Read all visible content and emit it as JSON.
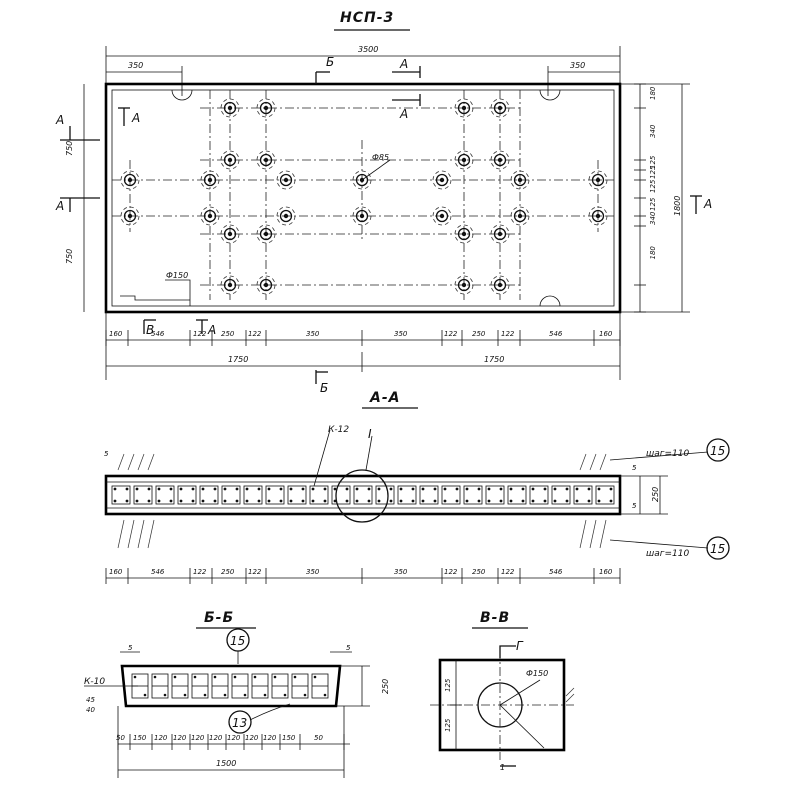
{
  "main_view": {
    "title": "НСП-3",
    "overall_length": "3500",
    "left_top_offset": "350",
    "right_top_offset": "350",
    "height_total": "1800",
    "left_upper_height": "750",
    "left_lower_height": "750",
    "right_dims": [
      "180",
      "340",
      "125",
      "125",
      "125",
      "125",
      "340",
      "180"
    ],
    "bottom_dims": [
      "160",
      "546",
      "122",
      "250",
      "122",
      "350",
      "350",
      "122",
      "250",
      "122",
      "546",
      "160"
    ],
    "half_dims": [
      "1750",
      "1750"
    ],
    "hole_dia_small": "Ф150",
    "hole_dia_socket": "Ф85",
    "section_labels": {
      "a": "А",
      "b": "Б",
      "v": "В"
    }
  },
  "section_aa": {
    "title": "А-А",
    "callout_k": "К-12",
    "callout_detail": "I",
    "step_note_top": "шаг=110",
    "step_note_bottom": "шаг=110",
    "position_mark": "15",
    "height_dim": "250",
    "offset_top": "5",
    "offset_side": "5",
    "bottom_dims": [
      "160",
      "546",
      "122",
      "250",
      "122",
      "350",
      "350",
      "122",
      "250",
      "122",
      "546",
      "160"
    ]
  },
  "section_bb": {
    "title": "Б-Б",
    "position_mark_top": "15",
    "position_mark_bottom": "13",
    "callout_k": "К-10",
    "height_dim": "250",
    "edge_dims": [
      "5",
      "5"
    ],
    "left_offsets": [
      "45",
      "40"
    ],
    "bottom_dims": [
      "50",
      "150",
      "120",
      "120",
      "120",
      "120",
      "120",
      "120",
      "120",
      "150",
      "50"
    ],
    "overall": "1500"
  },
  "section_vv": {
    "title": "В-В",
    "callout_g": "Г",
    "hole_dia": "Ф150",
    "dim_top": "125",
    "dim_bottom": "125",
    "section_arrow": "1"
  }
}
